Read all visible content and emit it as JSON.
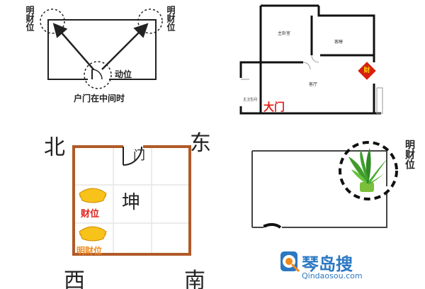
{
  "top_left": {
    "left_label": "明财位",
    "right_label": "明财位",
    "door_label": "动位",
    "caption": "户门在中间时"
  },
  "top_right": {
    "room_master": "主卧室",
    "room_guest": "客睡",
    "room_living": "客厅",
    "room_bath": "主卫生间",
    "door_label": "大门",
    "charm": "财"
  },
  "bottom_left": {
    "north": "北",
    "east": "东",
    "west": "西",
    "south": "南",
    "door_label": "门",
    "center_label": "坤",
    "wealth_label": "财位",
    "bright_wealth_label": "明财位"
  },
  "bottom_right": {
    "label": "明财位",
    "logo_name": "琴岛搜",
    "logo_url": "Qindaosou.com"
  },
  "colors": {
    "line": "#222222",
    "floor_brown": "#b05a28",
    "red": "#e2211c",
    "gold": "#f2a900",
    "logo_blue": "#2b78c2",
    "logo_orange": "#f08a1c"
  }
}
